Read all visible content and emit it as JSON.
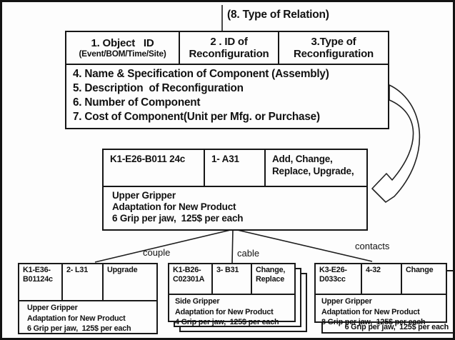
{
  "diagram": {
    "title": "(8. Type of Relation)",
    "schema_table": {
      "header": [
        {
          "line1": "1. Object   ID",
          "line2": "(Event/BOM/Time/Site)"
        },
        {
          "line1": "2 . ID of",
          "line2": "Reconfiguration"
        },
        {
          "line1": "3.Type of",
          "line2": "Reconfiguration"
        }
      ],
      "fields": [
        "4. Name & Specification of Component (Assembly)",
        "5. Description  of Reconfiguration",
        "6. Number of Component",
        "7. Cost of Component(Unit per Mfg. or Purchase)"
      ]
    },
    "parent_record": {
      "object_id": "K1-E26-B011 24c",
      "reconfig_id": "1- A31",
      "reconfig_type": "Add, Change, Replace, Upgrade,",
      "desc": [
        "Upper Gripper",
        "Adaptation for New Product",
        "6 Grip per jaw,  125$ per each"
      ]
    },
    "branch_labels": [
      "couple",
      "cable",
      "contacts"
    ],
    "child_records": [
      {
        "object_id": "K1-E36-B01124c",
        "reconfig_id": "2- L31",
        "reconfig_type": "Upgrade",
        "desc": [
          "Upper Gripper",
          "Adaptation for New Product",
          "6 Grip per jaw,  125$ per each"
        ]
      },
      {
        "object_id": "K1-B26-C02301A",
        "reconfig_id": "3- B31",
        "reconfig_type": "Change, Replace",
        "desc": [
          "Side Gripper",
          "Adaptation for New Product",
          "4 Grip per jaw,  125$ per each"
        ]
      },
      {
        "object_id": "K3-E26-D033cc",
        "reconfig_id": "4-32",
        "reconfig_type": "Change",
        "desc": [
          "Upper Gripper",
          "Adaptation for New Product",
          "8 Grip per jaw,  125$ per each"
        ],
        "stacked_hidden_line": "6 Grip per jaw,  125$ per each"
      }
    ],
    "colors": {
      "line": "#1a1a1a",
      "background": "#fdfdfd",
      "text": "#111111"
    }
  }
}
